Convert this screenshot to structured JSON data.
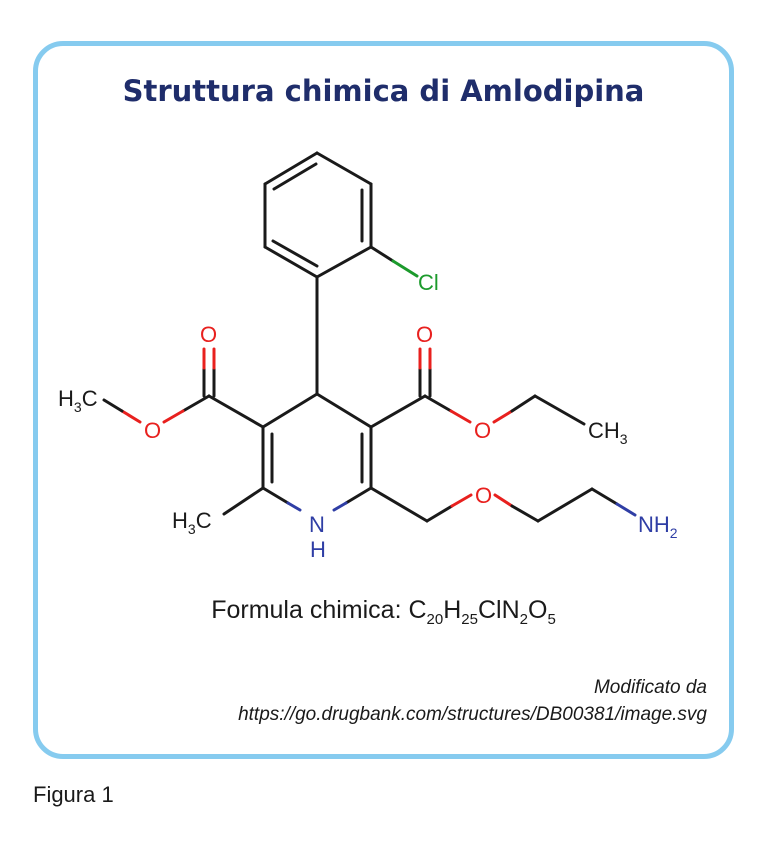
{
  "figure": {
    "title": "Struttura chimica di Amlodipina",
    "caption": "Figura 1"
  },
  "formula": {
    "label": "Formula chimica:",
    "parts": [
      {
        "el": "C",
        "n": "20"
      },
      {
        "el": "H",
        "n": "25"
      },
      {
        "el": "ClN",
        "n": "2"
      },
      {
        "el": "O",
        "n": "5"
      }
    ]
  },
  "source": {
    "line1": "Modificato da",
    "line2": "https://go.drugbank.com/structures/DB00381/image.svg"
  },
  "molecule": {
    "atoms": {
      "cl": "Cl",
      "o_carbonyl_left": "O",
      "o_carbonyl_right": "O",
      "o_ester_left": "O",
      "o_ester_right": "O",
      "o_ether": "O",
      "n": "N",
      "nh_h": "H",
      "ch3_left": {
        "base": "H",
        "sub": "3",
        "rest": "C"
      },
      "ch3_methyl": {
        "base": "H",
        "sub": "3",
        "rest": "C"
      },
      "ch3_right": {
        "base": "CH",
        "sub": "3"
      },
      "nh2": {
        "base": "NH",
        "sub": "2"
      }
    },
    "colors": {
      "bond": "#1a1a1a",
      "oxygen": "#e8201e",
      "nitrogen": "#2f3ea5",
      "chlorine": "#1c9a2c"
    }
  }
}
